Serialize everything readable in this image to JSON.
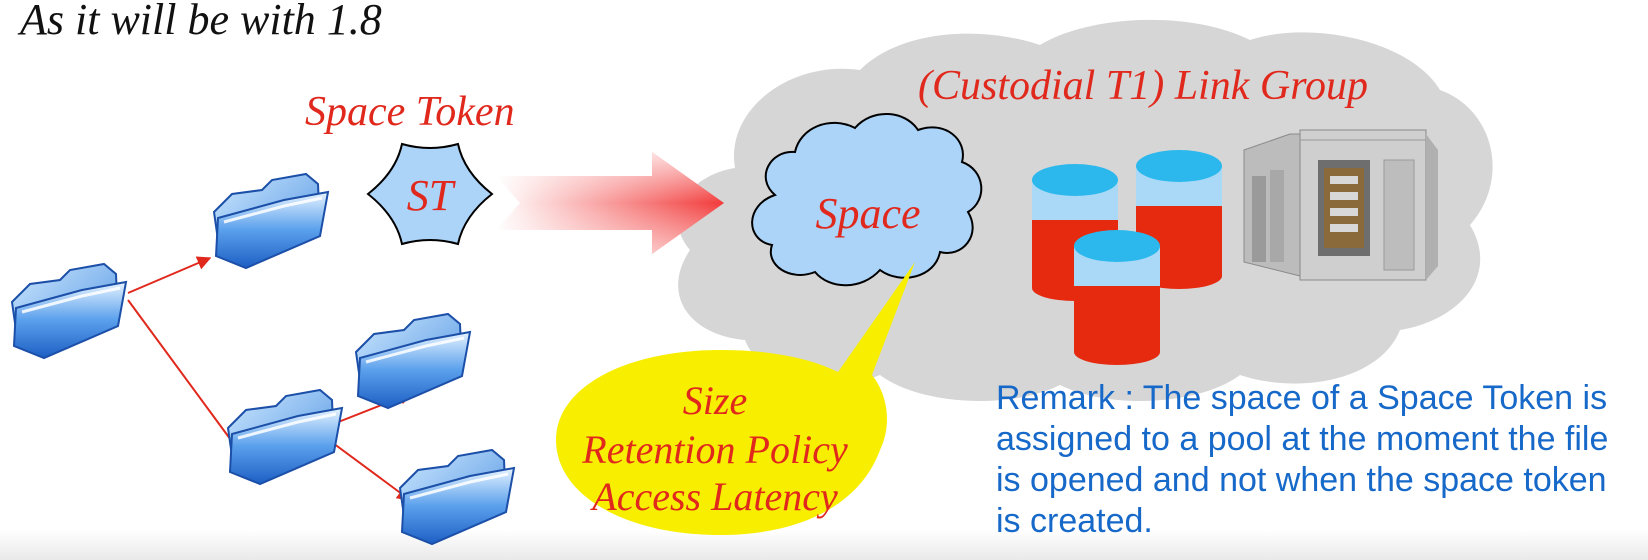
{
  "title": "As it will be with 1.8",
  "space_token_label": "Space Token",
  "link_group_label": "(Custodial T1) Link Group",
  "st_label": "ST",
  "space_label": "Space",
  "balloon": {
    "line1": "Size",
    "line2": "Retention Policy",
    "line3": "Access Latency"
  },
  "remark": "Remark : The space of a Space Token is assigned to a pool at the moment the file is opened and not when the space token is created.",
  "colors": {
    "arrow_red": "#e0281c",
    "label_red": "#e0281c",
    "remark_blue": "#1769c9",
    "balloon_yellow": "#f7ee00",
    "cloud_gray": "#d6d6d6",
    "space_blue": "#acd4f8",
    "disk_red": "#e62a10",
    "disk_top_blue": "#a9d9f7"
  }
}
